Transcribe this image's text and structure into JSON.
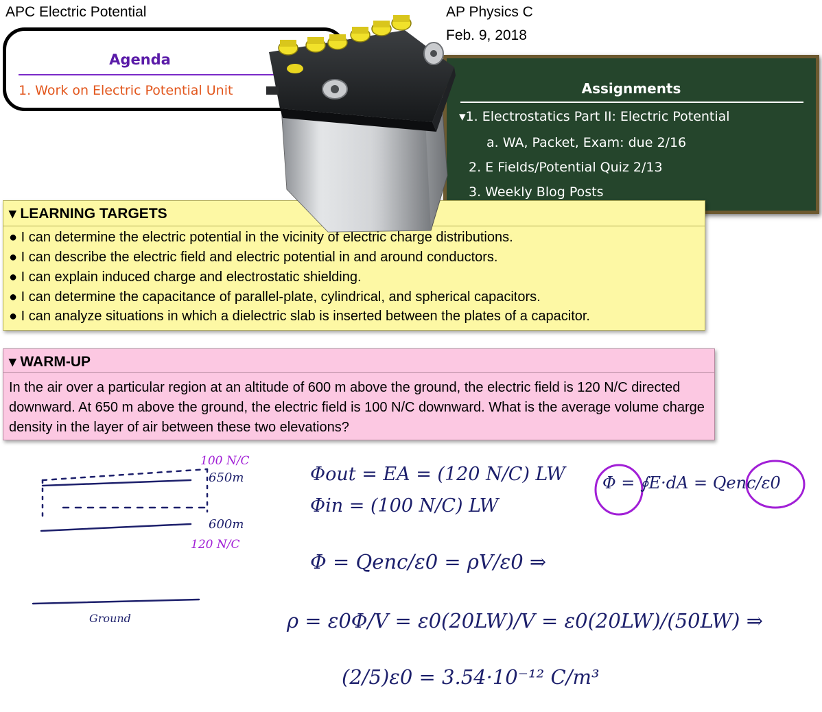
{
  "header": {
    "left_title": "APC Electric Potential",
    "course": "AP Physics C",
    "date": "Feb. 9, 2018"
  },
  "agenda": {
    "title": "Agenda",
    "items": [
      "1. Work on Electric Potential Unit"
    ]
  },
  "assignments": {
    "title": "Assignments",
    "items": [
      "▾1. Electrostatics Part II: Electric Potential",
      "a. WA, Packet, Exam: due 2/16",
      "2. E Fields/Potential Quiz 2/13",
      "3. Weekly Blog Posts"
    ]
  },
  "learning_targets": {
    "title": "▾ LEARNING TARGETS",
    "items": [
      "● I can determine the electric potential in the vicinity of electric charge distributions.",
      "● I can describe the electric field and electric potential in and around conductors.",
      "● I can explain induced charge and electrostatic shielding.",
      "● I can determine the capacitance of parallel-plate, cylindrical, and spherical capacitors.",
      "● I can analyze situations in which a dielectric slab is inserted between the plates of a capacitor."
    ]
  },
  "warmup": {
    "title": "▾ WARM-UP",
    "text": "In the air over a particular region at an altitude of 600 m above the ground, the electric field is 120 N/C directed downward. At 650 m above the ground, the electric field is 100 N/C downward. What is the average volume charge density in the layer of air between these two elevations?"
  },
  "handwriting": {
    "e100": "100 N/C",
    "h650": "650m",
    "h600": "600m",
    "e120": "120 N/C",
    "ground": "Ground",
    "phi_out": "Φout = EA = (120 N/C) LW",
    "phi_in": "Φin = (100 N/C) LW",
    "gauss": "Φ = ∮E·dA = Qenc/ε0",
    "phi_eq": "Φ = Qenc/ε0 = ρV/ε0 ⇒",
    "rho_eq": "ρ = ε0Φ/V = ε0(20LW)/V = ε0(20LW)/(50LW) ⇒",
    "answer": "(2/5)ε0 = 3.54·10⁻¹² C/m³"
  },
  "colors": {
    "agenda_title": "#5a1ba8",
    "agenda_item": "#e2561c",
    "chalkboard": "#25452c",
    "targets_bg": "#fdf8a4",
    "warmup_bg": "#fcc8e2",
    "ink_blue": "#1c1f6b",
    "ink_purple": "#a11fd6"
  }
}
